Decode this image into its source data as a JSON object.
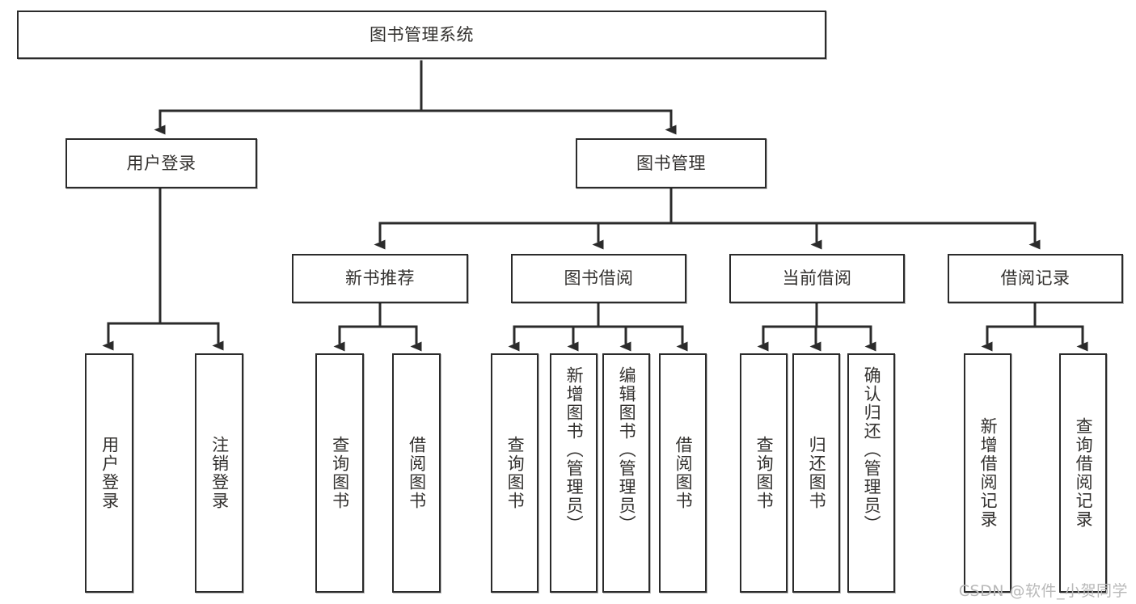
{
  "diagram": {
    "type": "tree-hierarchy-chart",
    "title": "图书管理系统",
    "line_color": "#2b2b2b",
    "box_fill": "#ffffff",
    "text_color": "#33312f",
    "levels": 4
  },
  "root": {
    "label": "图书管理系统"
  },
  "level2": [
    {
      "label": "用户登录"
    },
    {
      "label": "图书管理"
    }
  ],
  "level3": [
    {
      "label": "新书推荐"
    },
    {
      "label": "图书借阅"
    },
    {
      "label": "当前借阅"
    },
    {
      "label": "借阅记录"
    }
  ],
  "leaves": [
    {
      "label": "用户登录",
      "parent": "用户登录"
    },
    {
      "label": "注销登录",
      "parent": "用户登录"
    },
    {
      "label": "查询图书",
      "parent": "新书推荐"
    },
    {
      "label": "借阅图书",
      "parent": "新书推荐"
    },
    {
      "label": "查询图书",
      "parent": "图书借阅"
    },
    {
      "label": "新增图书（管理员）",
      "parent": "图书借阅"
    },
    {
      "label": "编辑图书（管理员）",
      "parent": "图书借阅"
    },
    {
      "label": "借阅图书",
      "parent": "图书借阅"
    },
    {
      "label": "查询图书",
      "parent": "当前借阅"
    },
    {
      "label": "归还图书",
      "parent": "当前借阅"
    },
    {
      "label": "确认归还（管理员）",
      "parent": "当前借阅"
    },
    {
      "label": "新增借阅记录",
      "parent": "借阅记录"
    },
    {
      "label": "查询借阅记录",
      "parent": "借阅记录"
    }
  ],
  "watermark": {
    "text": "CSDN @软件_小贺同学"
  }
}
